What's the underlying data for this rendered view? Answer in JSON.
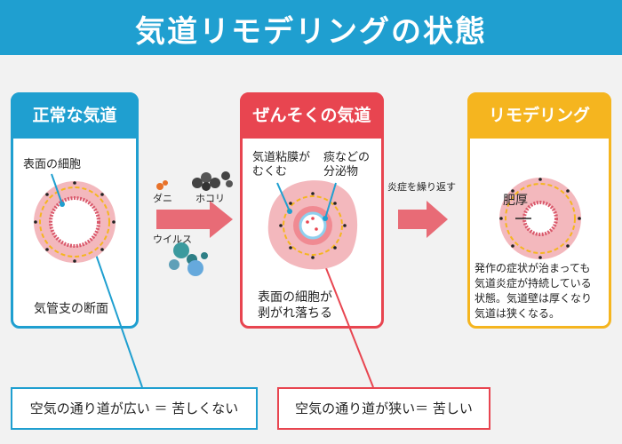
{
  "title": "気道リモデリングの状態",
  "panels": {
    "normal": {
      "heading": "正常な気道",
      "surface_label": "表面の細胞",
      "section_label": "気管支の断面"
    },
    "asthma": {
      "heading": "ぜんそくの気道",
      "mucosa_label": "気道粘膜が\nむくむ",
      "phlegm_label": "痰などの\n分泌物",
      "peeling_label": "表面の細胞が\n剥がれ落ちる"
    },
    "remodel": {
      "heading": "リモデリング",
      "thickening_label": "肥厚",
      "description": "発作の症状が治まっても\n気道炎症が持続している\n状態。気道壁は厚くなり\n気道は狭くなる。"
    }
  },
  "triggers": {
    "mite": "ダニ",
    "dust": "ホコリ",
    "virus": "ウイルス"
  },
  "arrow_label": "炎症を繰り返す",
  "bottom": {
    "normal": "空気の通り道が広い ＝ 苦しくない",
    "asthma": "空気の通り道が狭い＝ 苦しい"
  },
  "colors": {
    "blue": "#1f9fd0",
    "red": "#e84550",
    "yellow": "#f5b51f",
    "pink": "#f3b8bd",
    "arrow": "#e86b76"
  }
}
